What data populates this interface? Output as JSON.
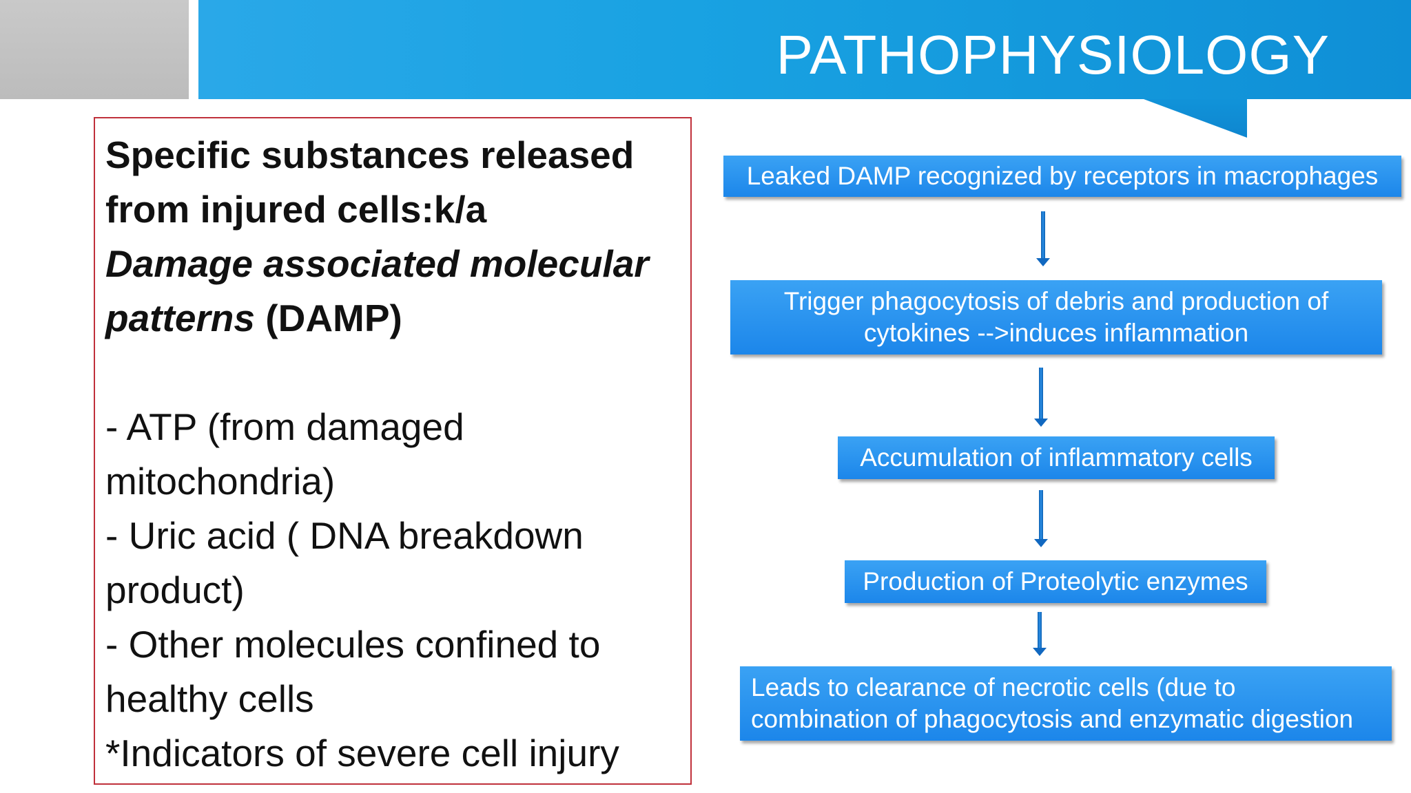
{
  "header": {
    "title": "PATHOPHYSIOLOGY"
  },
  "info_box": {
    "heading_line_1": "Specific substances released",
    "heading_line_2": "from injured cells:k/a",
    "heading_line_3": "Damage associated molecular",
    "heading_line_4_italic": "patterns",
    "heading_line_4_bold": " (DAMP)",
    "item_1_line_1": "- ATP (from damaged",
    "item_1_line_2": "mitochondria)",
    "item_2_line_1": "- Uric acid ( DNA breakdown",
    "item_2_line_2": "product)",
    "item_3_line_1": "- Other molecules confined to",
    "item_3_line_2": "healthy cells",
    "note": "*Indicators of severe cell injury"
  },
  "flowchart": {
    "step_1": "Leaked DAMP recognized by  receptors in macrophages",
    "step_2_line_1": "Trigger phagocytosis of debris and production of",
    "step_2_line_2": "cytokines -->induces inflammation",
    "step_3": "Accumulation of inflammatory cells",
    "step_4": "Production of Proteolytic enzymes",
    "step_5_line_1": "Leads to clearance of necrotic cells (due to",
    "step_5_line_2": "combination of phagocytosis and enzymatic digestion"
  },
  "colors": {
    "header_blue": "#1aa3e3",
    "flow_box_blue": "#2a93ef",
    "info_box_border": "#c0303a",
    "grey_block": "#c2c2c2"
  }
}
